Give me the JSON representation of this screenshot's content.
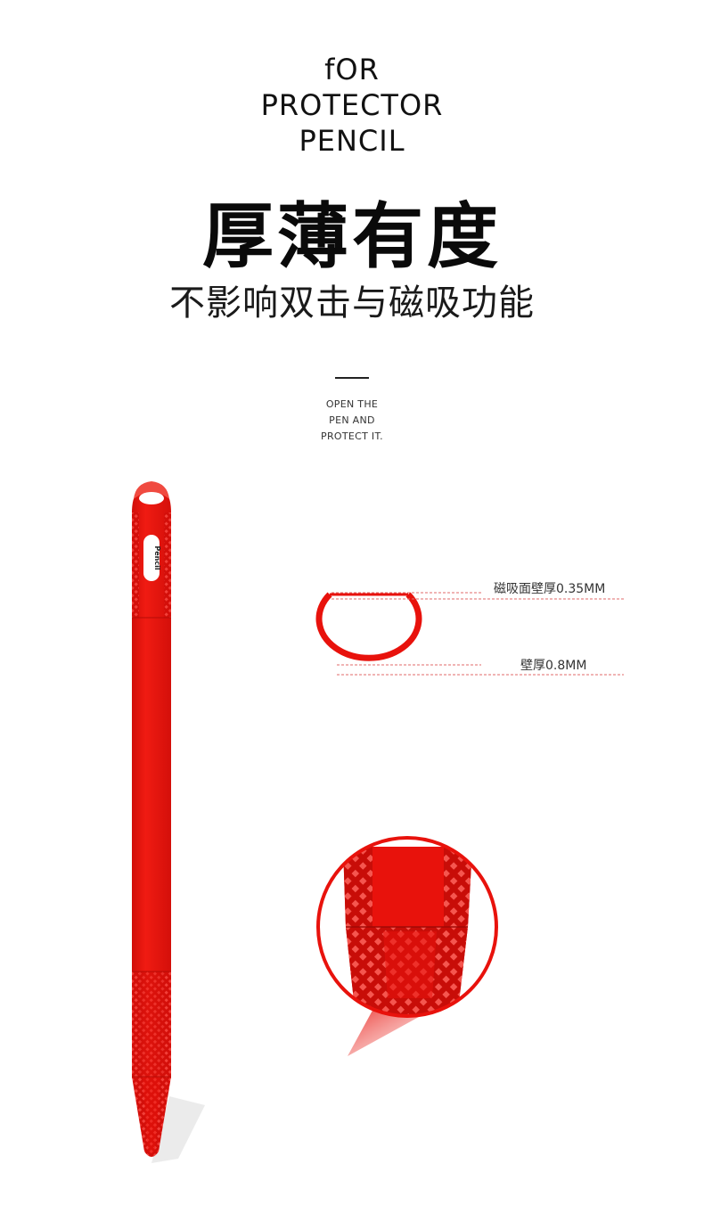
{
  "header": {
    "line1": "fOR",
    "line2": "PROTECTOR",
    "line3": "PENCIL"
  },
  "title": "厚薄有度",
  "subtitle": "不影响双击与磁吸功能",
  "tagline": {
    "line1": "OPEN THE",
    "line2": "PEN AND",
    "line3": "PROTECT IT."
  },
  "product": {
    "label_brand": "Pencil",
    "color": "#e8120c"
  },
  "specs": {
    "magnetic_wall": "磁吸面壁厚0.35MM",
    "wall": "壁厚0.8MM"
  },
  "colors": {
    "accent": "#e8120c",
    "dashed": "#e06a6a"
  }
}
